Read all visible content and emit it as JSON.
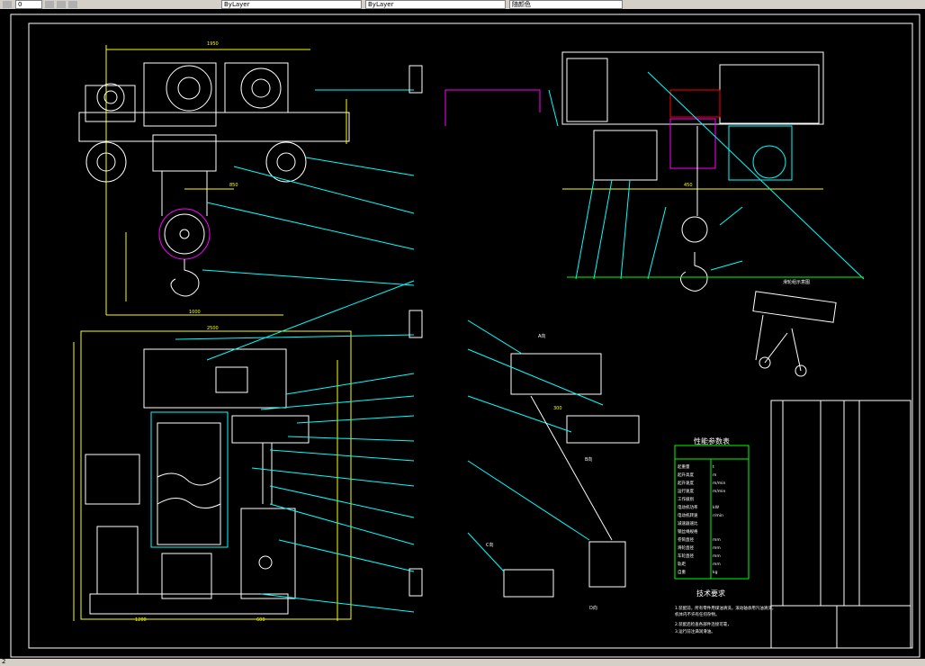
{
  "toolbar": {
    "layer_value": "0",
    "linetype_value": "ByLayer",
    "lineweight_value": "ByLayer",
    "color_value": "随颜色"
  },
  "drawing": {
    "spec_table_title": "性能参数表",
    "tech_req_title": "技术要求",
    "tech_req_lines": [
      "1.装配前，所有零件用煤油清洗，滚动轴承用汽油清洗，",
      "   机体内不许有任何杂物。",
      "2.装配后检查各部件连接可靠，",
      "3.运行前注满润滑油。"
    ],
    "spec_rows": [
      [
        "起重量",
        "t"
      ],
      [
        "起升高度",
        "m"
      ],
      [
        "起升速度",
        "m/min"
      ],
      [
        "运行速度",
        "m/min"
      ],
      [
        "工作级别",
        ""
      ],
      [
        "电动机功率",
        "kW"
      ],
      [
        "电动机转速",
        "r/min"
      ],
      [
        "减速器速比",
        ""
      ],
      [
        "钢丝绳规格",
        ""
      ],
      [
        "卷筒直径",
        "mm"
      ],
      [
        "滑轮直径",
        "mm"
      ],
      [
        "车轮直径",
        "mm"
      ],
      [
        "轨距",
        "mm"
      ],
      [
        "自重",
        "kg"
      ]
    ],
    "view_labels": {
      "view_a": "A向",
      "view_b": "B向",
      "view_c": "C向",
      "view_d": "D向",
      "pulley": "滑轮组示意图"
    },
    "dims": [
      "1950",
      "1000",
      "2500",
      "1200",
      "850",
      "600",
      "450",
      "300"
    ]
  },
  "status": {
    "coords": "2"
  }
}
